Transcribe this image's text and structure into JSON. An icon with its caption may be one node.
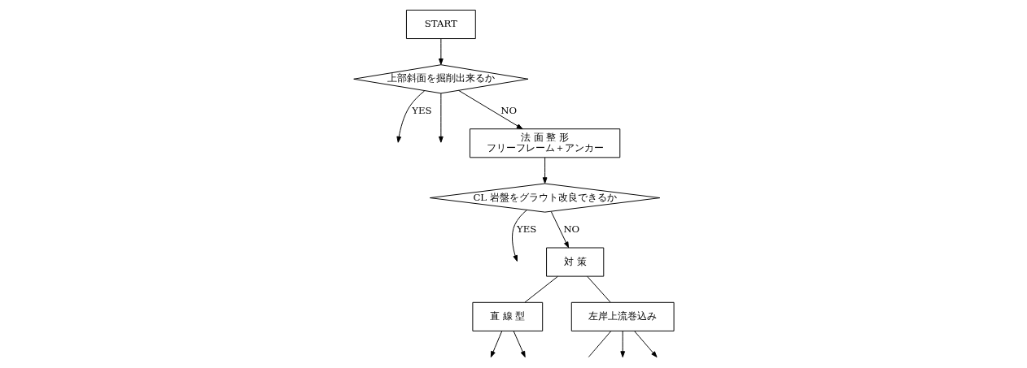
{
  "diagram": {
    "nodes": [
      {
        "text": [
          "START"
        ]
      },
      {
        "text": [
          "上部斜面を掘削出来るか"
        ]
      },
      {
        "text": [
          "法 面 整 形",
          "フリーフレーム＋アンカー"
        ]
      },
      {
        "text": [
          "CL 岩盤をグラウト改良できるか"
        ]
      },
      {
        "text": [
          "対 策"
        ]
      },
      {
        "text": [
          "直 線 型"
        ]
      },
      {
        "text": [
          "左岸上流巻込み"
        ]
      }
    ],
    "edges": [
      {
        "from": 0,
        "to": 1,
        "arrow": "to"
      },
      {
        "from": 1,
        "to": null,
        "arrow": "to",
        "label": "YES"
      },
      {
        "from": 1,
        "to": null,
        "arrow": "to"
      },
      {
        "from": 1,
        "to": 2,
        "arrow": "to",
        "label": "NO"
      },
      {
        "from": 2,
        "to": 3,
        "arrow": "to"
      },
      {
        "from": 3,
        "to": null,
        "arrow": "to",
        "label": "YES"
      },
      {
        "from": 3,
        "to": 4,
        "arrow": "to",
        "label": "NO"
      },
      {
        "from": 4,
        "to": 5,
        "arrow": "none"
      },
      {
        "from": 4,
        "to": 6,
        "arrow": "none"
      },
      {
        "from": 5,
        "to": null,
        "arrow": "to"
      },
      {
        "from": 5,
        "to": null,
        "arrow": "to"
      },
      {
        "from": 6,
        "to": null,
        "arrow": "none"
      },
      {
        "from": 6,
        "to": null,
        "arrow": "to"
      },
      {
        "from": 6,
        "to": null,
        "arrow": "to"
      }
    ]
  }
}
